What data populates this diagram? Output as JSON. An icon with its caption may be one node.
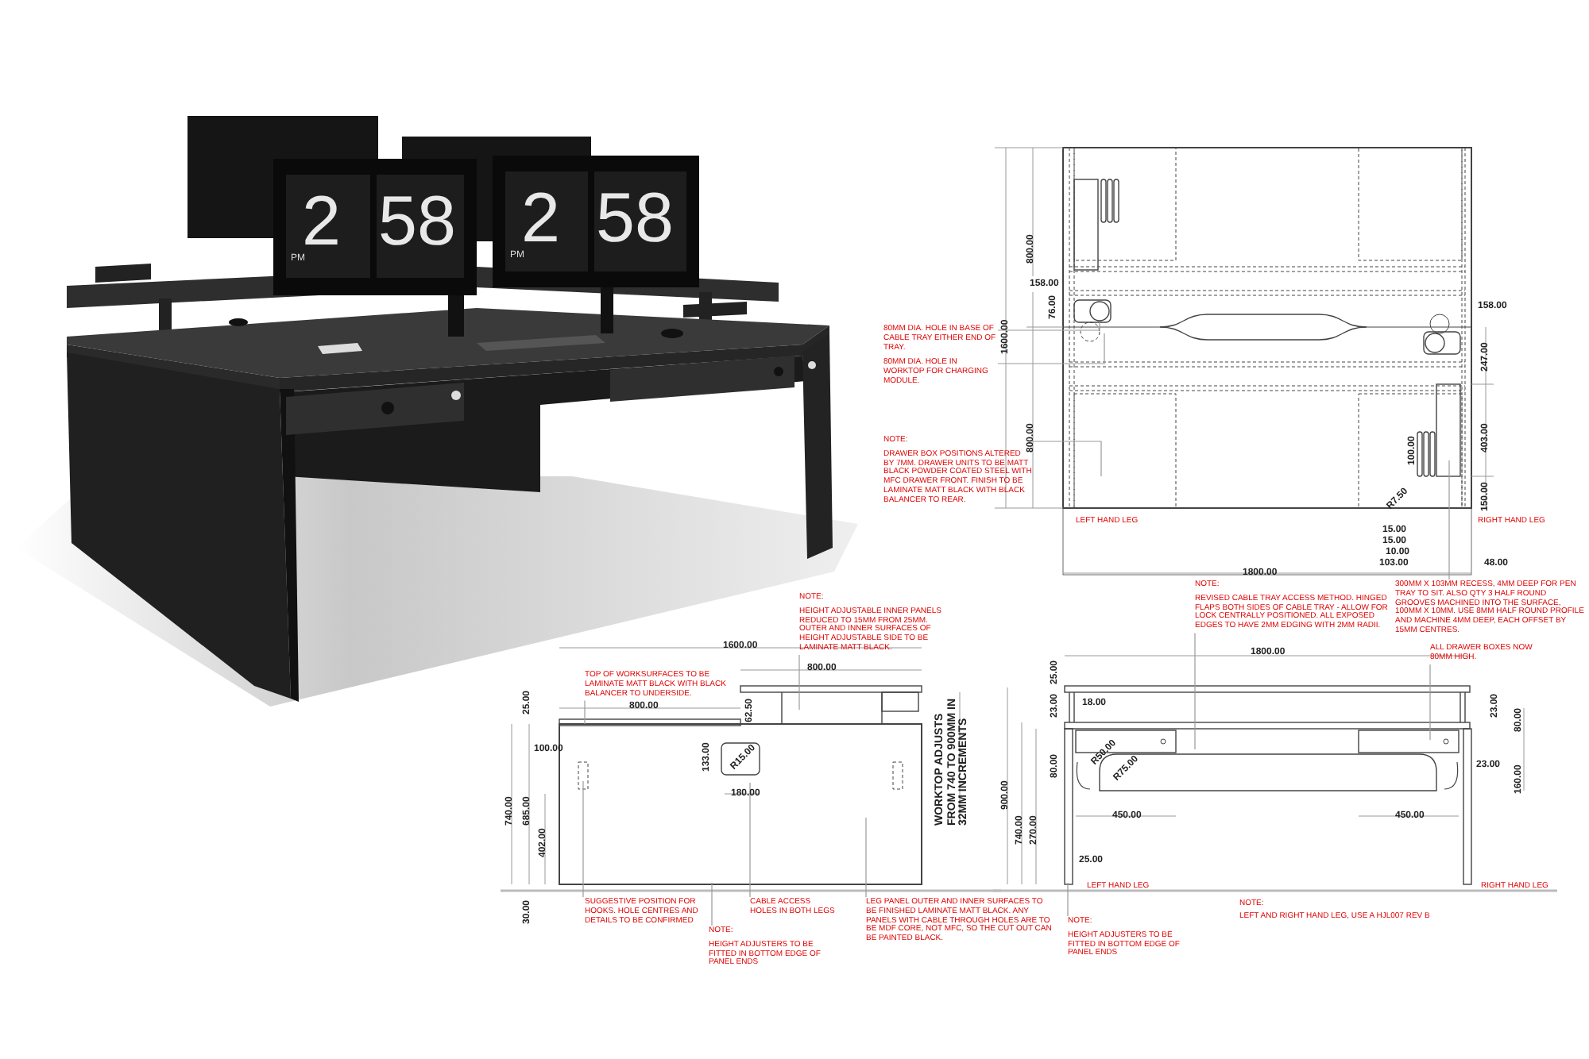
{
  "diagram": {
    "nodes": [
      {
        "text": [
          "80MM DIA. HOLE IN BASE OF CABLE TRAY EITHER END OF TRAY."
        ]
      },
      {
        "text": [
          "80MM DIA. HOLE IN WORKTOP FOR CHARGING MODULE."
        ]
      },
      {
        "text": [
          "NOTE:",
          "DRAWER BOX POSITIONS ALTERED BY 7MM. DRAWER UNITS TO BE MATT BLACK POWDER COATED STEEL WITH MFC DRAWER FRONT. FINISH TO BE LAMINATE MATT BLACK WITH BLACK BALANCER TO REAR."
        ]
      },
      {
        "text": [
          "300MM X 103MM RECESS, 4MM DEEP FOR PEN TRAY TO SIT. ALSO QTY 3 HALF ROUND GROOVES MACHINED INTO THE SURFACE, 100MM X 10MM. USE 8MM HALF ROUND PROFILE AND MACHINE 4MM DEEP, EACH OFFSET BY 15MM CENTRES."
        ]
      },
      {
        "text": [
          "NOTE:",
          "HEIGHT ADJUSTABLE INNER PANELS REDUCED TO 15MM FROM 25MM. OUTER AND INNER SURFACES OF HEIGHT ADJUSTABLE SIDE TO BE LAMINATE MATT BLACK."
        ]
      },
      {
        "text": [
          "TOP OF WORKSURFACES TO BE LAMINATE MATT BLACK WITH BLACK BALANCER TO UNDERSIDE."
        ]
      },
      {
        "text": [
          "SUGGESTIVE POSITION FOR HOOKS. HOLE CENTRES AND DETAILS TO BE CONFIRMED"
        ]
      },
      {
        "text": [
          "CABLE ACCESS HOLES IN BOTH LEGS"
        ]
      },
      {
        "text": [
          "LEG PANEL OUTER AND INNER SURFACES TO BE FINISHED LAMINATE MATT BLACK. ANY PANELS WITH CABLE THROUGH HOLES ARE TO BE MDF CORE, NOT MFC, SO THE CUT OUT CAN BE PAINTED BLACK."
        ]
      },
      {
        "text": [
          "NOTE:",
          "HEIGHT ADJUSTERS TO BE FITTED IN BOTTOM EDGE OF PANEL ENDS"
        ]
      },
      {
        "text": [
          "NOTE:",
          "REVISED CABLE TRAY ACCESS METHOD. HINGED FLAPS BOTH SIDES OF CABLE TRAY - ALLOW FOR LOCK CENTRALLY POSITIONED. ALL EXPOSED EDGES TO HAVE 2MM EDGING WITH 2MM RADII."
        ]
      },
      {
        "text": [
          "ALL DRAWER BOXES NOW 80MM HIGH."
        ]
      },
      {
        "text": [
          "NOTE:",
          "HEIGHT ADJUSTERS TO BE FITTED IN BOTTOM EDGE OF PANEL ENDS"
        ]
      },
      {
        "text": [],
        "shape": "picture"
      },
      {
        "text": [],
        "shape": "picture"
      },
      {
        "text": [],
        "shape": "picture"
      }
    ],
    "edges": [
      {
        "from": 0,
        "to": 13,
        "arrow": "none"
      },
      {
        "from": 1,
        "to": 13,
        "arrow": "none"
      },
      {
        "from": 2,
        "to": 13,
        "arrow": "none"
      },
      {
        "from": 3,
        "to": 13,
        "arrow": "none"
      },
      {
        "from": 4,
        "to": 14,
        "arrow": "none"
      },
      {
        "from": 5,
        "to": 14,
        "arrow": "none"
      },
      {
        "from": 6,
        "to": 14,
        "arrow": "none"
      },
      {
        "from": 7,
        "to": 14,
        "arrow": "none"
      },
      {
        "from": 8,
        "to": 14,
        "arrow": "none"
      },
      {
        "from": 9,
        "to": 14,
        "arrow": "none"
      },
      {
        "from": 10,
        "to": 15,
        "arrow": "none"
      },
      {
        "from": 11,
        "to": 15,
        "arrow": "none"
      },
      {
        "from": 12,
        "to": 15,
        "arrow": "none"
      }
    ],
    "labels": [
      "2",
      "PM",
      "58",
      "2",
      "PM",
      "58",
      "800.00",
      "158.00",
      "76.00",
      "1600.00",
      "800.00",
      "158.00",
      "247.00",
      "403.00",
      "100.00",
      "R7.50",
      "150.00",
      "15.00",
      "15.00",
      "10.00",
      "103.00",
      "48.00",
      "1800.00",
      "LEFT HAND LEG",
      "RIGHT HAND LEG",
      "1600.00",
      "800.00",
      "800.00",
      "25.00",
      "62.50",
      "133.00",
      "R15.00",
      "180.00",
      "100.00",
      "740.00",
      "685.00",
      "402.00",
      "30.00",
      "WORKTOP ADJUSTS FROM 740 TO 900MM IN 32MM INCREMENTS",
      "1800.00",
      "25.00",
      "18.00",
      "23.00",
      "23.00",
      "80.00",
      "80.00",
      "R50.00",
      "R75.00",
      "23.00",
      "160.00",
      "900.00",
      "740.00",
      "270.00",
      "450.00",
      "450.00",
      "25.00",
      "LEFT HAND LEG",
      "RIGHT HAND LEG",
      "NOTE:",
      "LEFT AND RIGHT HAND LEG, USE A HJL007 REV B"
    ]
  }
}
